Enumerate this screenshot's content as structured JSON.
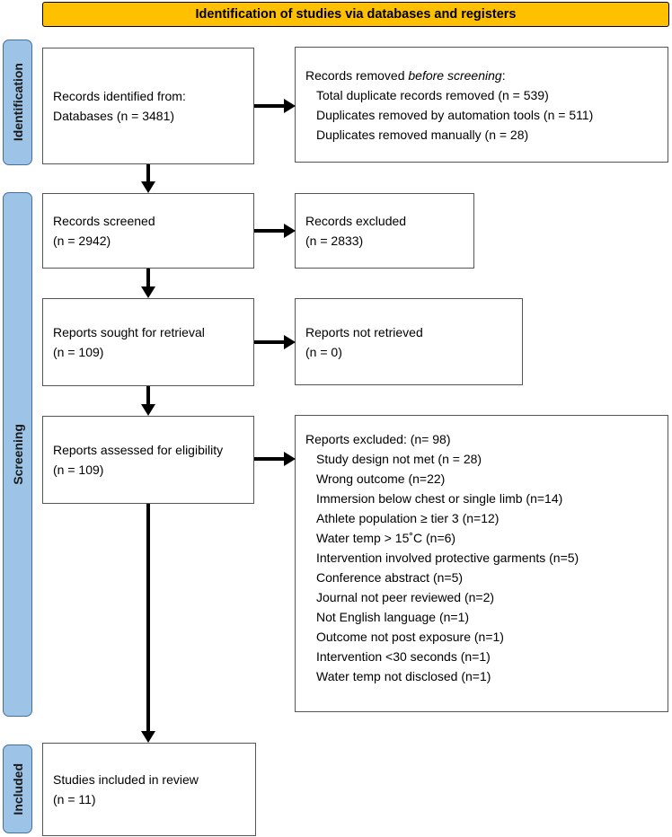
{
  "header": {
    "title": "Identification of studies via databases and registers"
  },
  "stages": {
    "identification": "Identification",
    "screening": "Screening",
    "included": "Included"
  },
  "boxes": {
    "records_identified": {
      "lines": [
        "Records identified from:",
        "Databases (n = 3481)"
      ]
    },
    "records_removed": {
      "title_prefix": "Records removed ",
      "title_italic": "before screening",
      "title_suffix": ":",
      "items": [
        "Total duplicate records removed (n = 539)",
        "Duplicates removed by automation tools (n = 511)",
        "Duplicates removed manually (n = 28)"
      ]
    },
    "records_screened": {
      "lines": [
        "Records screened",
        "(n = 2942)"
      ]
    },
    "records_excluded": {
      "lines": [
        "Records excluded",
        "(n = 2833)"
      ]
    },
    "reports_sought": {
      "lines": [
        "Reports sought for retrieval",
        "(n = 109)"
      ]
    },
    "reports_not_retrieved": {
      "lines": [
        "Reports not retrieved",
        "(n = 0)"
      ]
    },
    "reports_assessed": {
      "lines": [
        "Reports assessed for eligibility",
        "(n = 109)"
      ]
    },
    "reports_excluded": {
      "title": "Reports excluded: (n= 98)",
      "items": [
        "Study design not met (n = 28)",
        "Wrong outcome (n=22)",
        "Immersion below chest or single limb (n=14)",
        "Athlete population ≥ tier 3 (n=12)",
        "Water temp > 15˚C (n=6)",
        "Intervention involved protective garments (n=5)",
        "Conference abstract (n=5)",
        "Journal not peer reviewed (n=2)",
        "Not English language (n=1)",
        "Outcome not post exposure (n=1)",
        "Intervention <30 seconds (n=1)",
        "Water temp not disclosed (n=1)"
      ]
    },
    "studies_included": {
      "lines": [
        "Studies included in review",
        "(n = 11)"
      ]
    }
  },
  "colors": {
    "header_bg": "#FFC000",
    "header_border": "#000000",
    "stage_bg": "#9DC3E6",
    "stage_border": "#41719C",
    "box_border": "#555555",
    "arrow": "#000000"
  }
}
